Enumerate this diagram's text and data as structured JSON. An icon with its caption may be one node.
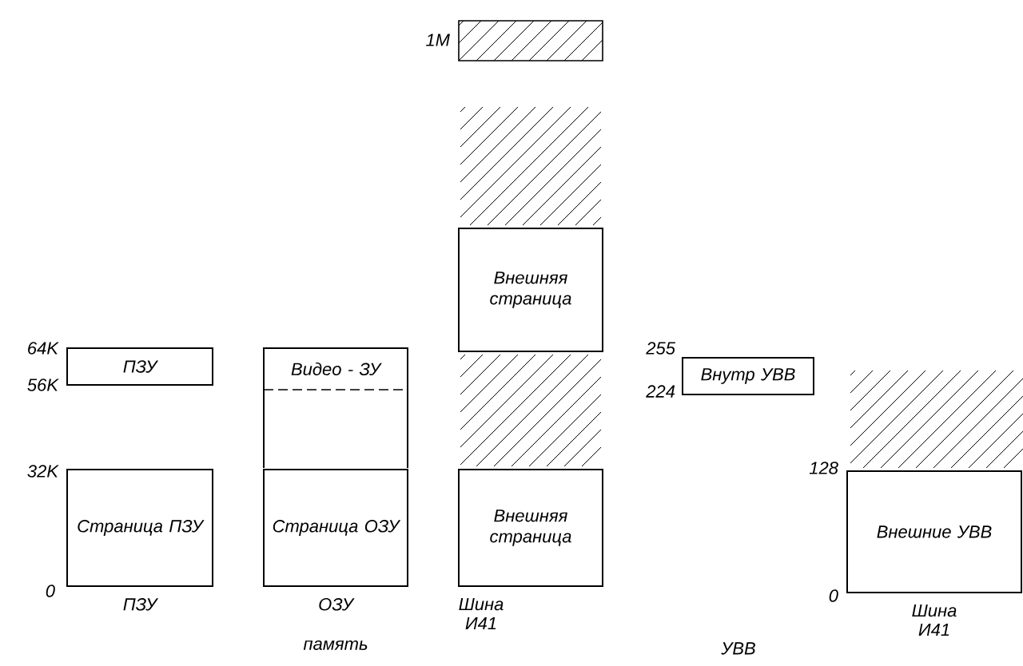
{
  "diagram": {
    "nodes": [
      {
        "text": [
          "ПЗУ"
        ]
      },
      {
        "text": [
          "Страница ПЗУ"
        ],
        "beside": [
          "ПЗУ"
        ]
      },
      {
        "text": [
          "Видео - ЗУ"
        ]
      },
      {
        "text": [
          "Страница ОЗУ"
        ],
        "beside": [
          "ОЗУ"
        ]
      },
      {
        "text": [
          "Внешняя страница"
        ]
      },
      {
        "text": [
          "Внешняя страница"
        ],
        "beside": [
          "Шина И41"
        ]
      },
      {
        "text": [
          "Внутр УВВ"
        ]
      },
      {
        "text": [
          "Внешние УВВ"
        ],
        "beside": [
          "Шина И41"
        ]
      }
    ],
    "labels": [
      "1M",
      "64K",
      "56K",
      "255",
      "224",
      "32K",
      "128",
      "0",
      "0",
      "память",
      "УВВ"
    ]
  }
}
